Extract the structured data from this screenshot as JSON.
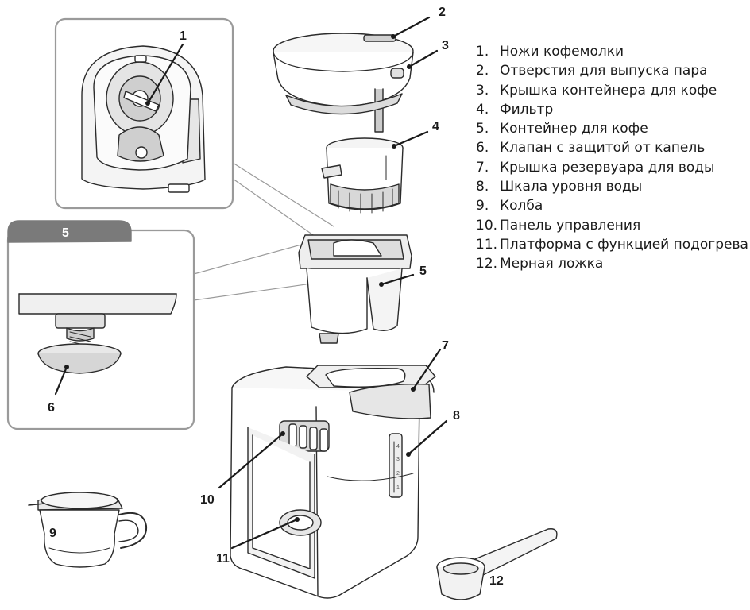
{
  "legend": [
    {
      "number": "1.",
      "label": "Ножи кофемолки"
    },
    {
      "number": "2.",
      "label": "Отверстия для выпуска пара"
    },
    {
      "number": "3.",
      "label": "Крышка контейнера для кофе"
    },
    {
      "number": "4.",
      "label": "Фильтр"
    },
    {
      "number": "5.",
      "label": "Контейнер для кофе"
    },
    {
      "number": "6.",
      "label": "Клапан с защитой от капель"
    },
    {
      "number": "7.",
      "label": "Крышка резервуара для воды"
    },
    {
      "number": "8.",
      "label": "Шкала уровня воды"
    },
    {
      "number": "9.",
      "label": "Колба"
    },
    {
      "number": "10.",
      "label": "Панель управления"
    },
    {
      "number": "11.",
      "label": "Платформа с функцией подогрева"
    },
    {
      "number": "12.",
      "label": "Мерная ложка"
    }
  ],
  "callouts": {
    "c1": "1",
    "c2": "2",
    "c3": "3",
    "c4": "4",
    "c5": "5",
    "c6": "6",
    "c7": "7",
    "c8": "8",
    "c9": "9",
    "c10": "10",
    "c11": "11",
    "c12": "12"
  },
  "detail_tab_label": "5",
  "water_scale": [
    "4",
    "3",
    "2",
    "1"
  ]
}
